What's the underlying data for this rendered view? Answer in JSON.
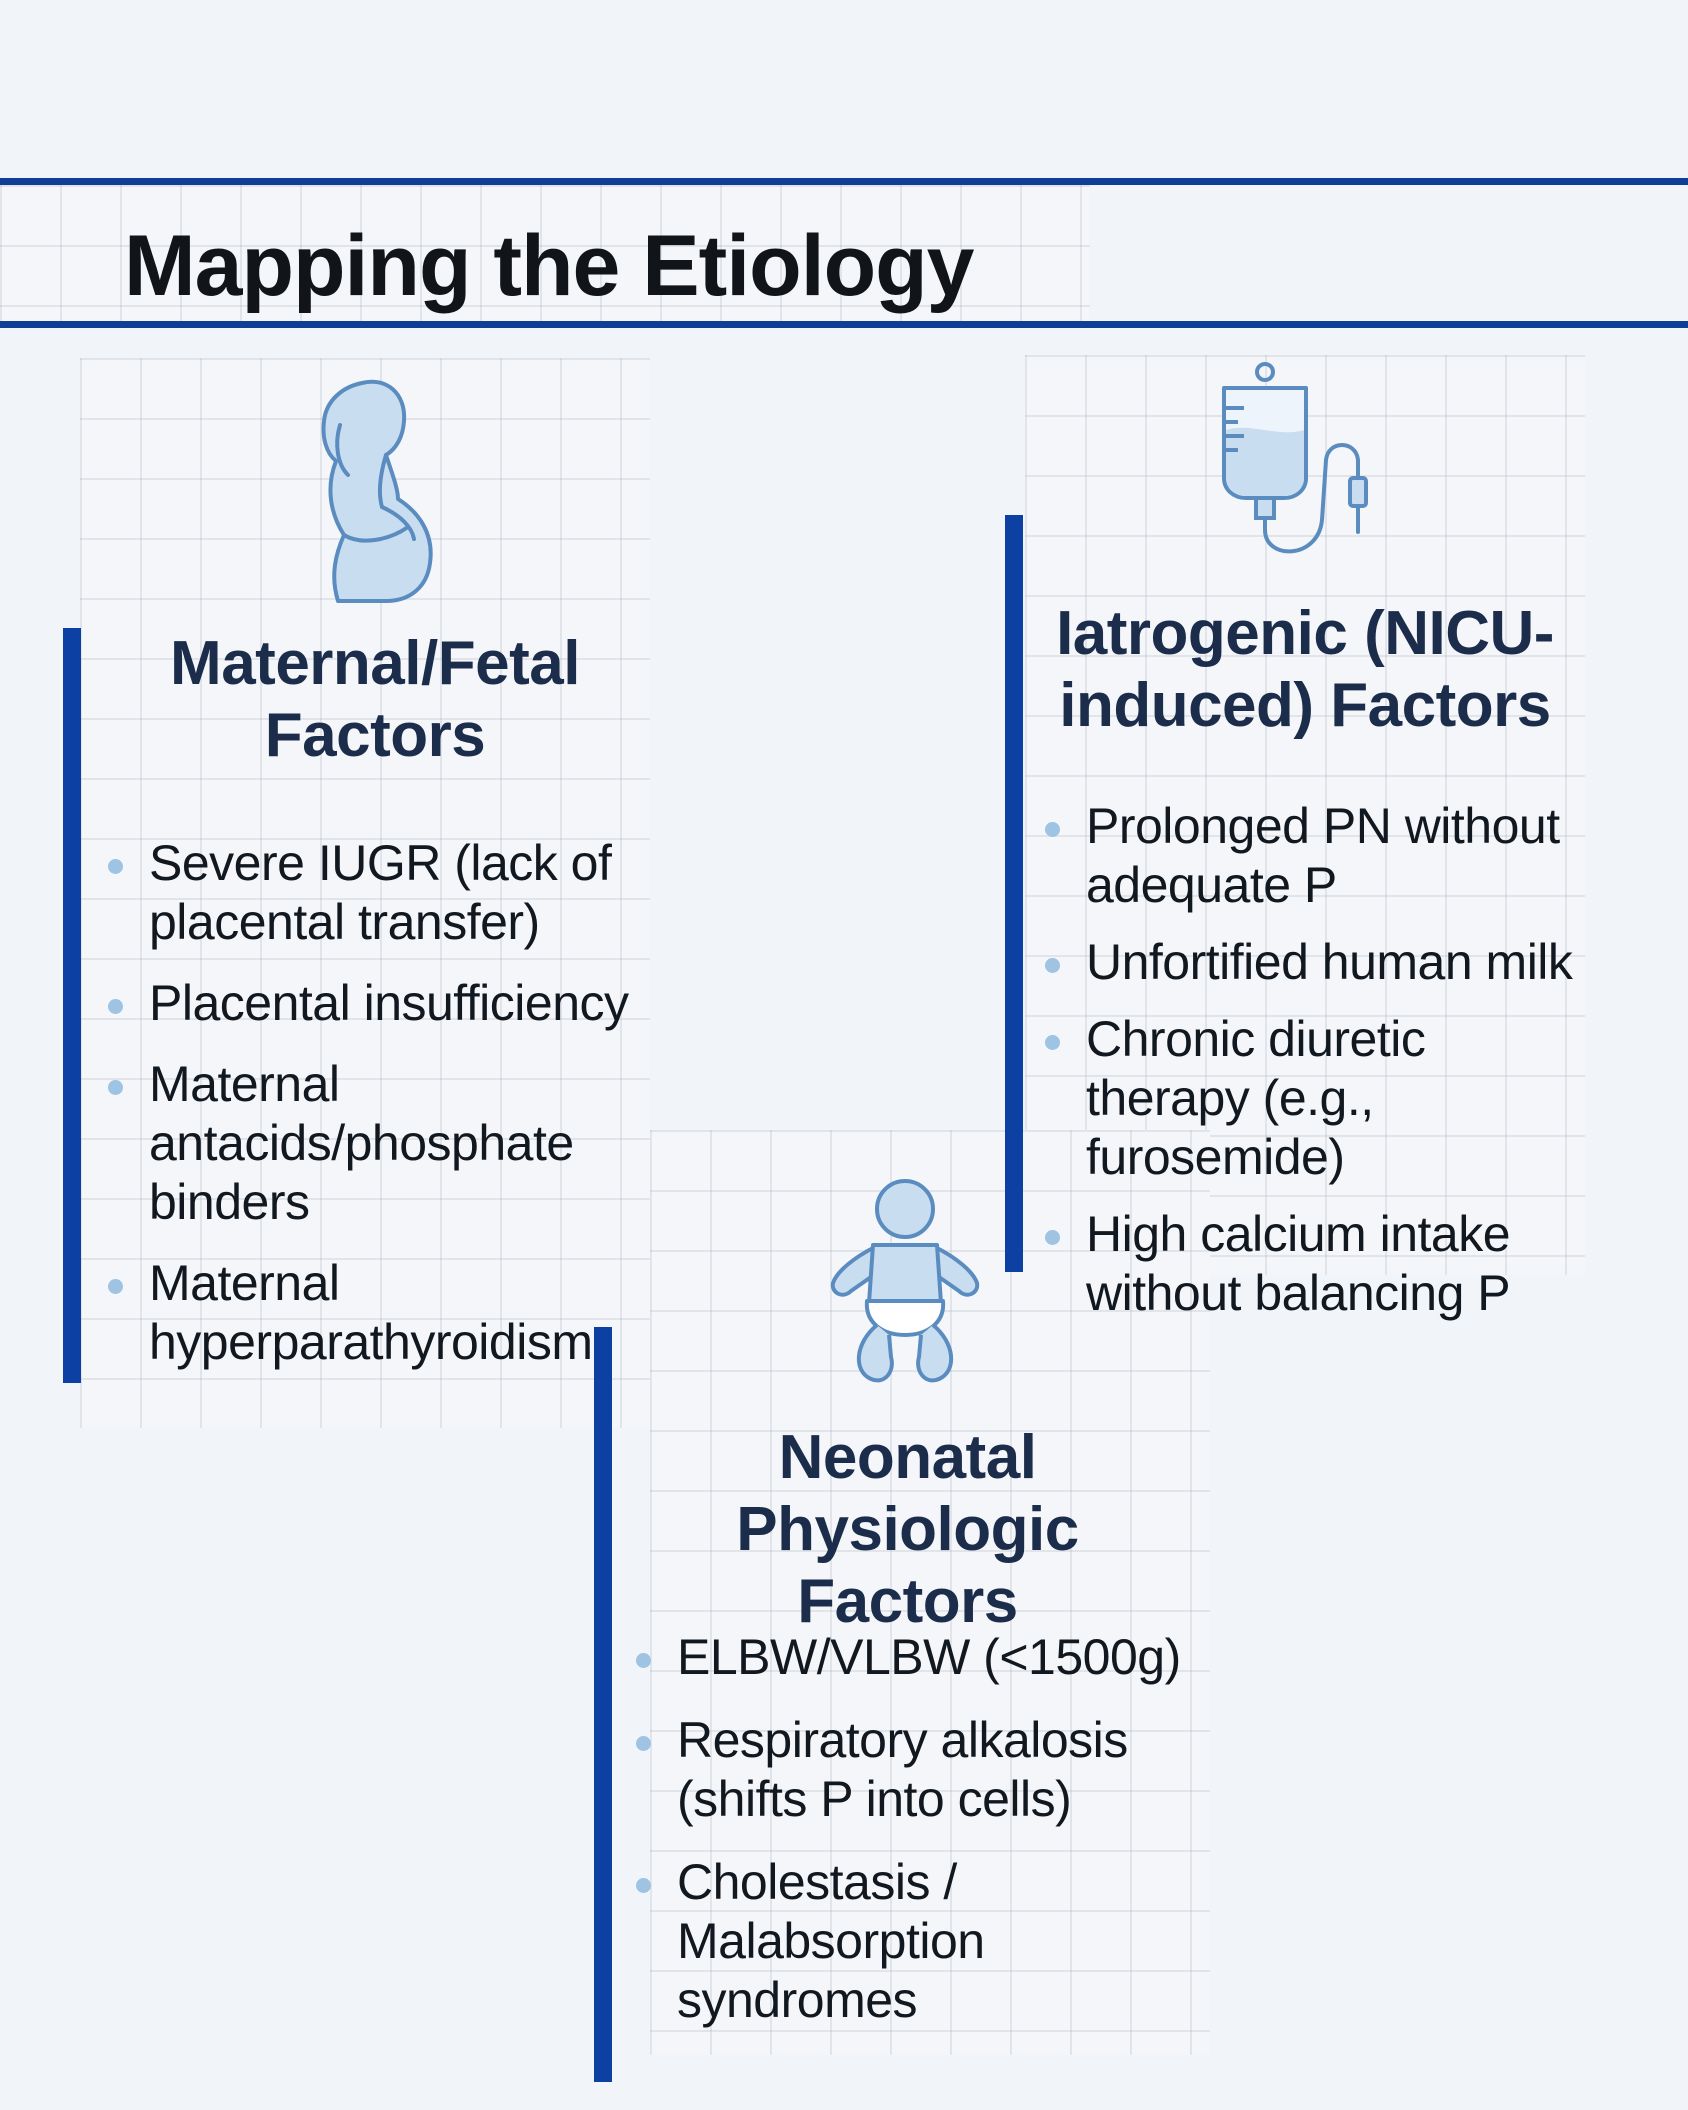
{
  "title": "Mapping the Etiology",
  "accent_color": "#0c41a3",
  "bullet_color": "#9fc3e3",
  "icon_color": "#5b8cc0",
  "sections": {
    "maternal": {
      "icon": "pregnant-woman-icon",
      "title_lines": [
        "Maternal/Fetal",
        "Factors"
      ],
      "items": [
        "Severe IUGR (lack of placental transfer)",
        "Placental insufficiency",
        "Maternal antacids/phosphate binders",
        "Maternal hyperparathyroidism"
      ]
    },
    "iatrogenic": {
      "icon": "iv-bag-icon",
      "title_lines": [
        "Iatrogenic (NICU-",
        "induced) Factors"
      ],
      "items": [
        "Prolonged PN without adequate P",
        "Unfortified human milk",
        "Chronic diuretic therapy (e.g., furosemide)",
        "High calcium intake without balancing P"
      ]
    },
    "neonatal": {
      "icon": "baby-icon",
      "title_lines": [
        "Neonatal Physiologic",
        "Factors"
      ],
      "items": [
        "ELBW/VLBW (<1500g)",
        "Respiratory alkalosis (shifts P into cells)",
        "Cholestasis / Malabsorption syndromes"
      ]
    }
  }
}
